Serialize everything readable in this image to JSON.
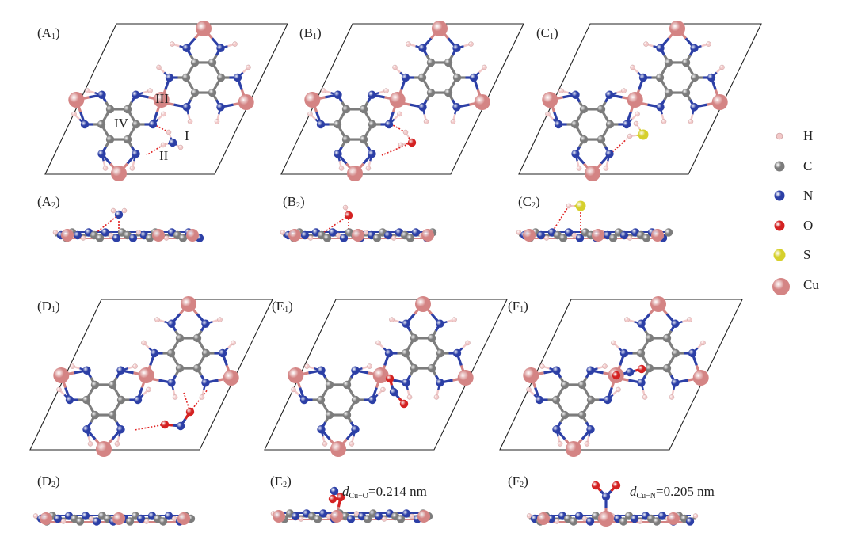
{
  "panels": [
    {
      "letter": "A",
      "sub": "1"
    },
    {
      "letter": "B",
      "sub": "1"
    },
    {
      "letter": "C",
      "sub": "1"
    },
    {
      "letter": "A",
      "sub": "2"
    },
    {
      "letter": "B",
      "sub": "2"
    },
    {
      "letter": "C",
      "sub": "2"
    },
    {
      "letter": "D",
      "sub": "1"
    },
    {
      "letter": "E",
      "sub": "1"
    },
    {
      "letter": "F",
      "sub": "1"
    },
    {
      "letter": "D",
      "sub": "2"
    },
    {
      "letter": "E",
      "sub": "2"
    },
    {
      "letter": "F",
      "sub": "2"
    }
  ],
  "site_labels": {
    "I": "I",
    "II": "II",
    "III": "III",
    "IV": "IV"
  },
  "legend": [
    {
      "symbol": "H",
      "color": "#f2c9c9"
    },
    {
      "symbol": "C",
      "color": "#7c7c7c"
    },
    {
      "symbol": "N",
      "color": "#2c3fa6"
    },
    {
      "symbol": "O",
      "color": "#d42222"
    },
    {
      "symbol": "S",
      "color": "#d6d02c"
    },
    {
      "symbol": "Cu",
      "color": "#d48484"
    }
  ],
  "distances": {
    "E2": {
      "d": "d",
      "sub": "Cu−O",
      "value": "=0.214 nm"
    },
    "F2": {
      "d": "d",
      "sub": "Cu−N",
      "value": "=0.205 nm"
    }
  }
}
